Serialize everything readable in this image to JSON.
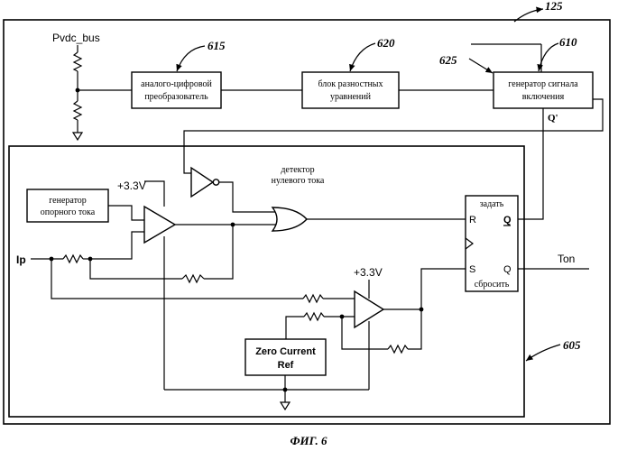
{
  "labels": {
    "ref_125": "125",
    "ref_615": "615",
    "ref_620": "620",
    "ref_625": "625",
    "ref_610": "610",
    "ref_605": "605",
    "pvdc": "Pvdc_bus",
    "adc_line1": "аналого-цифровой",
    "adc_line2": "преобразователь",
    "diff_line1": "блок разностных",
    "diff_line2": "уравнений",
    "gen_line1": "генератор сигнала",
    "gen_line2": "включения",
    "qprime": "Q'",
    "ref_gen_line1": "генератор",
    "ref_gen_line2": "опорного тока",
    "v33_a": "+3.3V",
    "v33_b": "+3.3V",
    "zcd_line1": "детектор",
    "zcd_line2": "нулевого тока",
    "ip": "Ip",
    "ff_set": "задать",
    "ff_reset": "сбросить",
    "ff_r": "R",
    "ff_s": "S",
    "ff_q_top": "Q",
    "ff_q_bot": "Q",
    "ton": "Ton",
    "zc_line1": "Zero Current",
    "zc_line2": "Ref",
    "caption": "ФИГ. 6"
  }
}
